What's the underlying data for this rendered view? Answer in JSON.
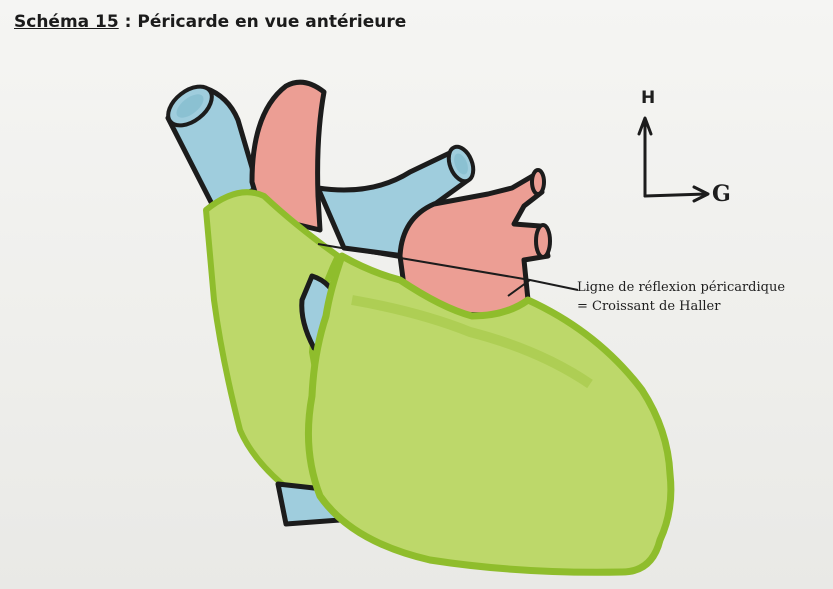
{
  "title": {
    "prefix": "Schéma 15",
    "separator": " : ",
    "text": "Péricarde en vue antérieure"
  },
  "annotation": {
    "line1": "Ligne de réflexion péricardique",
    "line2": "= Croissant de Haller"
  },
  "orientation": {
    "up": "H",
    "left": "G"
  },
  "colors": {
    "vein": "#9fcddd",
    "artery": "#ec9e94",
    "pericardium": "#bdd86a",
    "pericardium_edge": "#8fbd2c",
    "outline": "#1c1c1c"
  }
}
